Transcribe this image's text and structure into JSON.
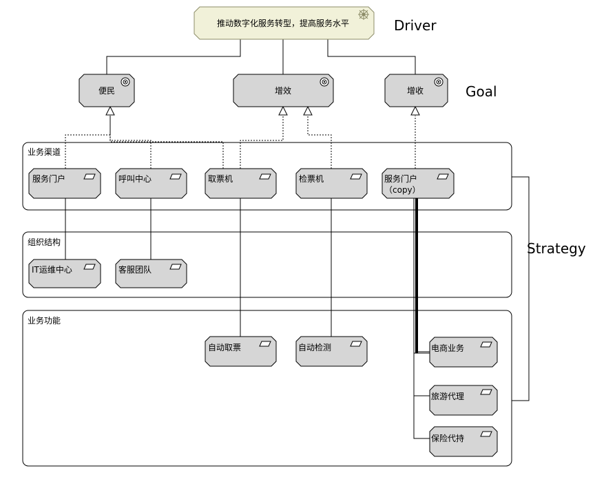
{
  "driver": {
    "label": "推动数字化服务转型，提高服务水平",
    "layer_label": "Driver"
  },
  "goals": {
    "layer_label": "Goal",
    "items": [
      {
        "id": "g1",
        "label": "便民"
      },
      {
        "id": "g2",
        "label": "增效"
      },
      {
        "id": "g3",
        "label": "增收"
      }
    ]
  },
  "strategy": {
    "label": "Strategy"
  },
  "groups": [
    {
      "id": "channels",
      "label": "业务渠道"
    },
    {
      "id": "org",
      "label": "组织结构"
    },
    {
      "id": "functions",
      "label": "业务功能"
    }
  ],
  "channels": [
    {
      "id": "c1",
      "label": "服务门户"
    },
    {
      "id": "c2",
      "label": "呼叫中心"
    },
    {
      "id": "c3",
      "label": "取票机"
    },
    {
      "id": "c4",
      "label": "检票机"
    },
    {
      "id": "c5",
      "label": "服务门户",
      "sub": "（copy）"
    }
  ],
  "org": [
    {
      "id": "o1",
      "label": "IT运维中心"
    },
    {
      "id": "o2",
      "label": "客服团队"
    }
  ],
  "functions": [
    {
      "id": "f1",
      "label": "自动取票"
    },
    {
      "id": "f2",
      "label": "自动检测"
    },
    {
      "id": "f3",
      "label": "电商业务"
    },
    {
      "id": "f4",
      "label": "旅游代理"
    },
    {
      "id": "f5",
      "label": "保险代持"
    }
  ],
  "colors": {
    "driver_fill": "#f1f1d9",
    "driver_stroke": "#8c8c68",
    "node_fill": "#d6d6d6",
    "stroke": "#000000"
  }
}
